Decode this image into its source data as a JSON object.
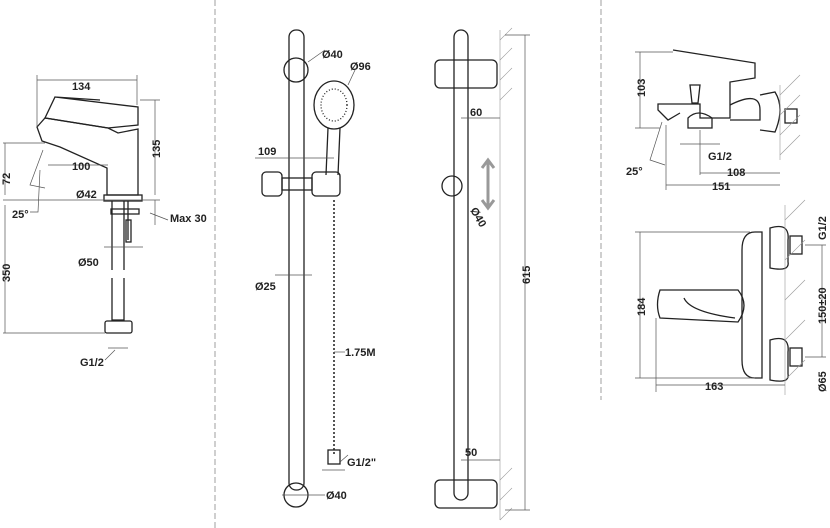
{
  "basin_tap": {
    "width": "134",
    "height": "135",
    "spout_height": "72",
    "spout_reach": "100",
    "body_diameter": "Ø42",
    "angle": "25°",
    "max_thickness": "Max 30",
    "hose_length": "350",
    "hole_diameter": "Ø50",
    "connection": "G1/2"
  },
  "shower_rail_front": {
    "top_diameter": "Ø40",
    "head_diameter": "Ø96",
    "holder_offset": "109",
    "rail_diameter": "Ø25",
    "hose_length": "1.75M",
    "hose_connection": "G1/2\"",
    "bottom_diameter": "Ø40"
  },
  "shower_rail_side": {
    "top_offset": "60",
    "holder_diameter": "Ø40",
    "rail_length": "615",
    "bottom_offset": "50"
  },
  "bath_mixer_side": {
    "height": "103",
    "connection": "G1/2",
    "angle": "25°",
    "spout_to_wall": "108",
    "total_depth": "151"
  },
  "bath_mixer_front": {
    "connection": "G1/2",
    "height": "184",
    "center_distance": "150±20",
    "flange_diameter": "Ø65",
    "width": "163"
  }
}
